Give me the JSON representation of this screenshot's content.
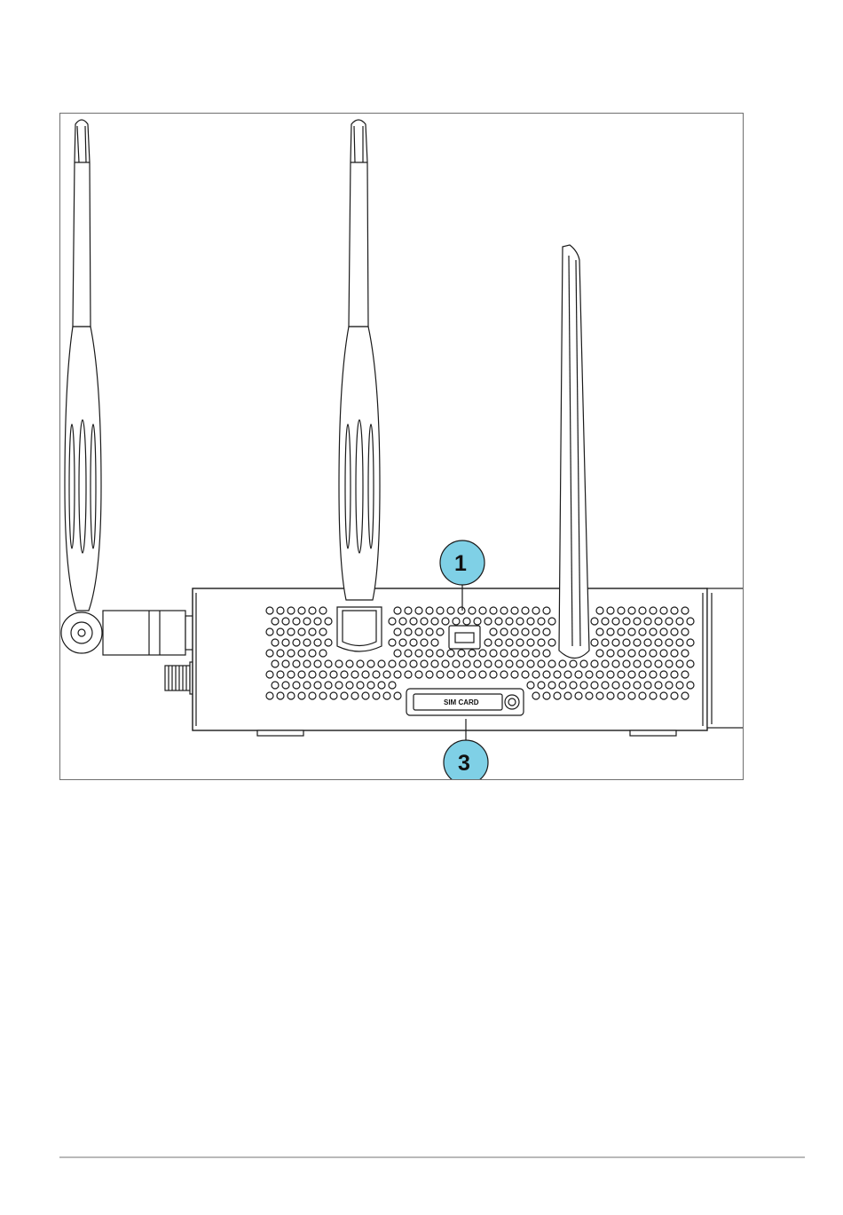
{
  "figure": {
    "sim_label": "SIM CARD",
    "callouts": [
      {
        "id": "1",
        "label": "1",
        "color": "#7fd0e6"
      },
      {
        "id": "3",
        "label": "3",
        "color": "#7fd0e6"
      }
    ]
  },
  "colors": {
    "line": "#1a1a1a",
    "frame": "#6f6f6f",
    "callout_fill": "#7fd0e6",
    "footer_rule": "#b9b9b9"
  }
}
